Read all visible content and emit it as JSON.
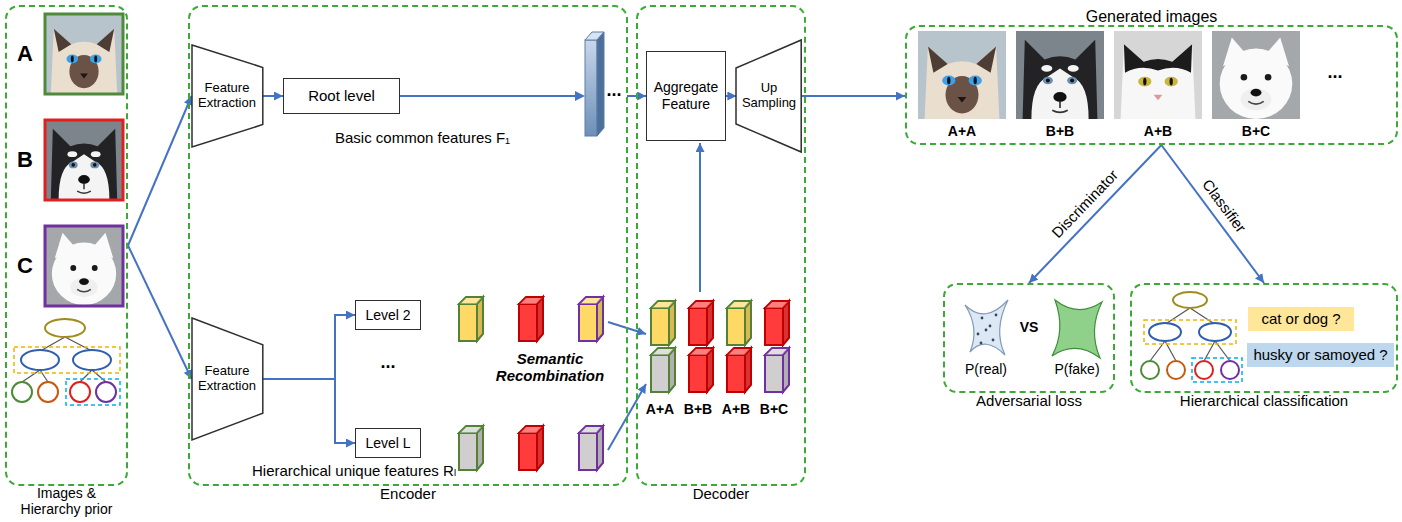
{
  "diagram": {
    "nodes": [
      {
        "text": [
          "Images & Hierarchy prior"
        ]
      },
      {
        "text": [
          "Encoder"
        ]
      },
      {
        "text": [
          "Feature Extraction"
        ],
        "in": 1
      },
      {
        "text": [
          "Root level"
        ],
        "in": 1
      },
      {
        "text": [
          "Feature Extraction"
        ],
        "in": 1
      },
      {
        "text": [
          "Level 2"
        ],
        "in": 1
      },
      {
        "text": [
          "Level L"
        ],
        "in": 1
      },
      {
        "text": [
          "Decoder"
        ]
      },
      {
        "text": [
          "Aggregate Feature"
        ],
        "in": 7
      },
      {
        "text": [
          "Up Sampling"
        ],
        "in": 7
      },
      {
        "text": [
          "Generated images"
        ]
      },
      {
        "text": [
          "Adversarial loss"
        ]
      },
      {
        "text": [
          "Hierarchical classification"
        ]
      },
      {
        "text": [
          "cat or dog ?"
        ],
        "in": 12
      },
      {
        "text": [
          "husky or samoyed ?"
        ],
        "in": 12
      }
    ],
    "edges": [
      {
        "from": 0,
        "to": 2,
        "arrow": "to"
      },
      {
        "from": 0,
        "to": 4,
        "arrow": "to"
      },
      {
        "from": 2,
        "to": 3,
        "arrow": "to"
      },
      {
        "from": 3,
        "to": 8,
        "arrow": "to"
      },
      {
        "from": 4,
        "to": 5,
        "arrow": "to"
      },
      {
        "from": 4,
        "to": 6,
        "arrow": "to"
      },
      {
        "from": 8,
        "to": 9,
        "arrow": "to"
      },
      {
        "from": 9,
        "to": 10,
        "arrow": "to"
      },
      {
        "from": 10,
        "to": 11,
        "label": "Discriminator",
        "arrow": "to"
      },
      {
        "from": 10,
        "to": 12,
        "label": "Classifier",
        "arrow": "to"
      }
    ],
    "labels": [
      "A",
      "B",
      "C",
      "...",
      "Basic common features F₁",
      "...",
      "Hierarchical unique features Rₗ",
      "Semantic Recombination",
      "A+A",
      "B+B",
      "A+B",
      "B+C",
      "A+A",
      "B+B",
      "A+B",
      "B+C",
      "...",
      "P(real)",
      "VS",
      "P(fake)"
    ]
  }
}
